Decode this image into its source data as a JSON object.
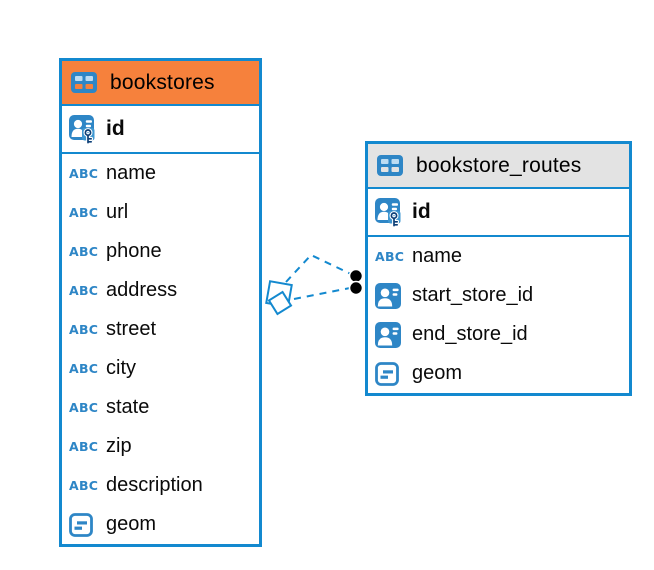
{
  "diagram": {
    "colors": {
      "table_border": "#1389cf",
      "icon_blue": "#2e86c6",
      "icon_light_cell": "#bcdcf2",
      "bookstores_header_bg": "#f6813c",
      "routes_header_bg": "#e3e3e3",
      "connector_line": "#1389cf",
      "endpoint_dot": "#000000"
    },
    "icons": {
      "text_glyph": "ABC"
    },
    "tables": [
      {
        "name": "bookstores",
        "header_bg": "#f6813c",
        "columns": [
          {
            "name": "id",
            "icon": "person-key-icon",
            "pk": true
          },
          {
            "name": "name",
            "icon": "text-type-icon"
          },
          {
            "name": "url",
            "icon": "text-type-icon"
          },
          {
            "name": "phone",
            "icon": "text-type-icon"
          },
          {
            "name": "address",
            "icon": "text-type-icon"
          },
          {
            "name": "street",
            "icon": "text-type-icon"
          },
          {
            "name": "city",
            "icon": "text-type-icon"
          },
          {
            "name": "state",
            "icon": "text-type-icon"
          },
          {
            "name": "zip",
            "icon": "text-type-icon"
          },
          {
            "name": "description",
            "icon": "text-type-icon"
          },
          {
            "name": "geom",
            "icon": "geometry-type-icon"
          }
        ]
      },
      {
        "name": "bookstore_routes",
        "header_bg": "#e3e3e3",
        "columns": [
          {
            "name": "id",
            "icon": "person-key-icon",
            "pk": true
          },
          {
            "name": "name",
            "icon": "text-type-icon"
          },
          {
            "name": "start_store_id",
            "icon": "person-ref-icon"
          },
          {
            "name": "end_store_id",
            "icon": "person-ref-icon"
          },
          {
            "name": "geom",
            "icon": "geometry-type-icon"
          }
        ]
      }
    ],
    "relationship": {
      "from": "bookstore_routes",
      "to": "bookstores",
      "line_style": "dashed"
    }
  }
}
